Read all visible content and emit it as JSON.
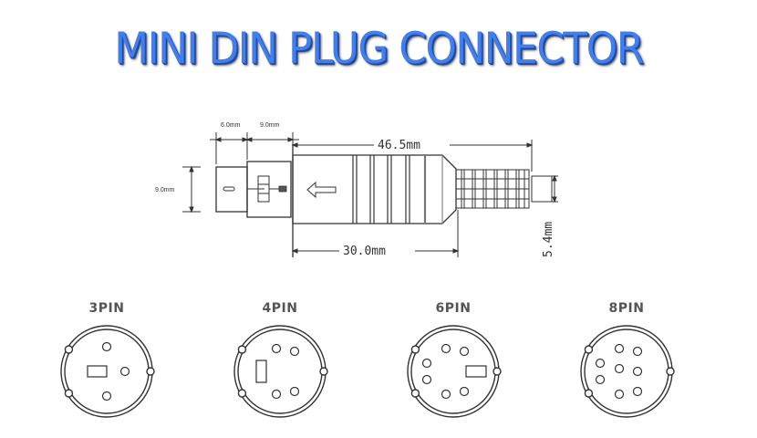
{
  "title": "MINI DIN PLUG CONNECTOR",
  "colors": {
    "title": "#3f7ff0",
    "title_shadow": "#1f4fb0",
    "line": "#333333",
    "pin_label": "#555555"
  },
  "dimensions": {
    "tip_length": "6.0mm",
    "collar_length": "9.0mm",
    "tip_height": "9.0mm",
    "total_length": "46.5mm",
    "body_length": "30.0mm",
    "cable_diameter": "5.4mm"
  },
  "connectors": [
    {
      "label": "3PIN",
      "pins": 3,
      "key_orientation": "horizontal"
    },
    {
      "label": "4PIN",
      "pins": 4,
      "key_orientation": "vertical"
    },
    {
      "label": "6PIN",
      "pins": 6,
      "key_orientation": "horizontal"
    },
    {
      "label": "8PIN",
      "pins": 8,
      "key_orientation": "none"
    }
  ]
}
